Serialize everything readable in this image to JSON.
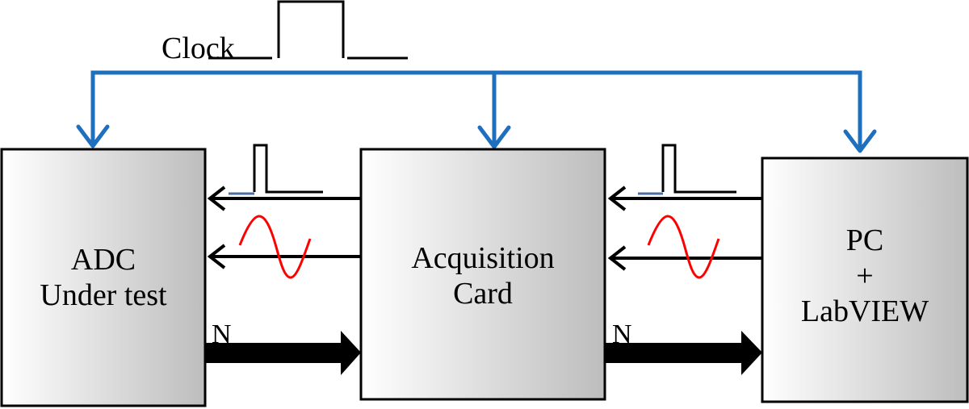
{
  "clock": {
    "label": "Clock"
  },
  "blocks": {
    "adc": {
      "line1": "ADC",
      "line2": "Under test"
    },
    "acquisition": {
      "line1": "Acquisition",
      "line2": "Card"
    },
    "pc": {
      "line1": "PC",
      "line2": "+",
      "line3": "LabVIEW"
    }
  },
  "buses": {
    "adc_to_card": {
      "label": "N"
    },
    "card_to_pc": {
      "label": "N"
    }
  },
  "colors": {
    "clock_line": "#1f6fbf",
    "sine_wave": "#ff0000",
    "box_fill_start": "#ffffff",
    "box_fill_end": "#bdbdbd",
    "pulse_baseline_accent": "#4a6fa5"
  }
}
